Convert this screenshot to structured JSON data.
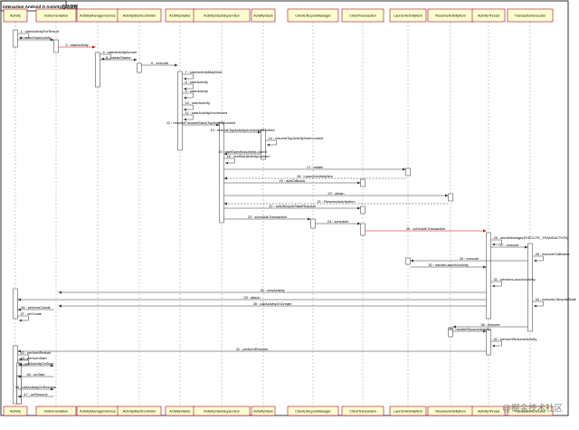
{
  "title": "interaction Android O Activity启动流程",
  "watermark": "@掘金技术社区",
  "colors": {
    "box_fill": "#FEFECE",
    "box_stroke": "#A80036",
    "line": "#333333",
    "lifeline": "#999999",
    "activation_fill": "#FFFFFF",
    "arrow_red": "#CC0000",
    "frame": "#000000"
  },
  "participants": [
    "Activity",
    "Instrumentation",
    "ActivityManagerService",
    "ActivityStartController",
    "ActivityStarter",
    "ActivityStackSupervisor",
    "ActivityStack",
    "ClientLifecycleManager",
    "ClientTransaction",
    "LaunchActivityItem",
    "ResumeActivityItem",
    "ActivityThread",
    "TransactionExecutor"
  ],
  "messages": [
    {
      "label": "1 : startActivityForResult",
      "from": 0,
      "to": 0
    },
    {
      "label": "2 : execStartActivity",
      "from": 0,
      "to": 1
    },
    {
      "label": "3 : startActivity",
      "from": 1,
      "to": 2,
      "red": true
    },
    {
      "label": "4 : startActivityAsUser",
      "from": 2,
      "to": 2
    },
    {
      "label": "5 : obtainStarter",
      "from": 2,
      "to": 3
    },
    {
      "label": "6 : execute",
      "from": 3,
      "to": 4
    },
    {
      "label": "7 : startActivityMayWait",
      "from": 4,
      "to": 4
    },
    {
      "label": "8 : startActivity",
      "from": 4,
      "to": 4
    },
    {
      "label": "9 : startActivity",
      "from": 4,
      "to": 4
    },
    {
      "label": "10 : startActivity",
      "from": 4,
      "to": 4
    },
    {
      "label": "11 : startActivityUnchecked",
      "from": 4,
      "to": 4
    },
    {
      "label": "12 : resumeFocusedStackTopActivityLocked",
      "from": 4,
      "to": 5
    },
    {
      "label": "13 : resumeTopActivityUncheckedLocked",
      "from": 5,
      "to": 6
    },
    {
      "label": "14 : resumeTopActivityInnerLocked",
      "from": 6,
      "to": 6
    },
    {
      "label": "15 : startSpecificActivityLocked",
      "from": 6,
      "to": 5
    },
    {
      "label": "16 : realStartActivityLocked",
      "from": 5,
      "to": 5
    },
    {
      "label": "17 : obtain",
      "from": 5,
      "to": 9
    },
    {
      "label": "18 : LaunchActivityItem",
      "from": 9,
      "to": 5,
      "dashed": true
    },
    {
      "label": "19 : addCallback",
      "from": 5,
      "to": 8
    },
    {
      "label": "20 : obtain",
      "from": 5,
      "to": 10
    },
    {
      "label": "21 : ResumeActivityItem",
      "from": 10,
      "to": 5,
      "dashed": true
    },
    {
      "label": "22 : setLifecycleStateRequest",
      "from": 5,
      "to": 8
    },
    {
      "label": "23 : scheduleTransaction",
      "from": 5,
      "to": 7
    },
    {
      "label": "24 : schedule",
      "from": 7,
      "to": 8
    },
    {
      "label": "25 : scheduleTransaction",
      "from": 8,
      "to": 11,
      "red": true
    },
    {
      "label": "26 : sendMessage(EXECUTE_TRANSACTION)",
      "from": 11,
      "to": 11
    },
    {
      "label": "27 : execute",
      "from": 11,
      "to": 12
    },
    {
      "label": "28 : executeCallbacks",
      "from": 12,
      "to": 12
    },
    {
      "label": "29 : execute",
      "from": 12,
      "to": 9
    },
    {
      "label": "30 : handleLaunchActivity",
      "from": 9,
      "to": 11
    },
    {
      "label": "31 : performLaunchActivity",
      "from": 11,
      "to": 11
    },
    {
      "label": "32 : newActivity",
      "from": 11,
      "to": 1
    },
    {
      "label": "33 : attach",
      "from": 11,
      "to": 0
    },
    {
      "label": "34 : executeLifecycleState",
      "from": 12,
      "to": 12
    },
    {
      "label": "35 : callActivityOnCreate",
      "from": 11,
      "to": 1
    },
    {
      "label": "36 : performCreate",
      "from": 1,
      "to": 0
    },
    {
      "label": "37 : onCreate",
      "from": 0,
      "to": 0
    },
    {
      "label": "38 : execute",
      "from": 12,
      "to": 10
    },
    {
      "label": "39 : handleResumeActivity",
      "from": 10,
      "to": 11
    },
    {
      "label": "40 : performResumeActivity",
      "from": 11,
      "to": 11
    },
    {
      "label": "41 : performResume",
      "from": 11,
      "to": 0
    },
    {
      "label": "42 : performRestart",
      "from": 0,
      "to": 0
    },
    {
      "label": "43 : performStart",
      "from": 0,
      "to": 0
    },
    {
      "label": "44 : callActivityOnStart",
      "from": 0,
      "to": 1
    },
    {
      "label": "45 : onStart",
      "from": 1,
      "to": 0
    },
    {
      "label": "46 : callActivityOnResume",
      "from": 0,
      "to": 1
    },
    {
      "label": "47 : onResume",
      "from": 1,
      "to": 0
    }
  ]
}
